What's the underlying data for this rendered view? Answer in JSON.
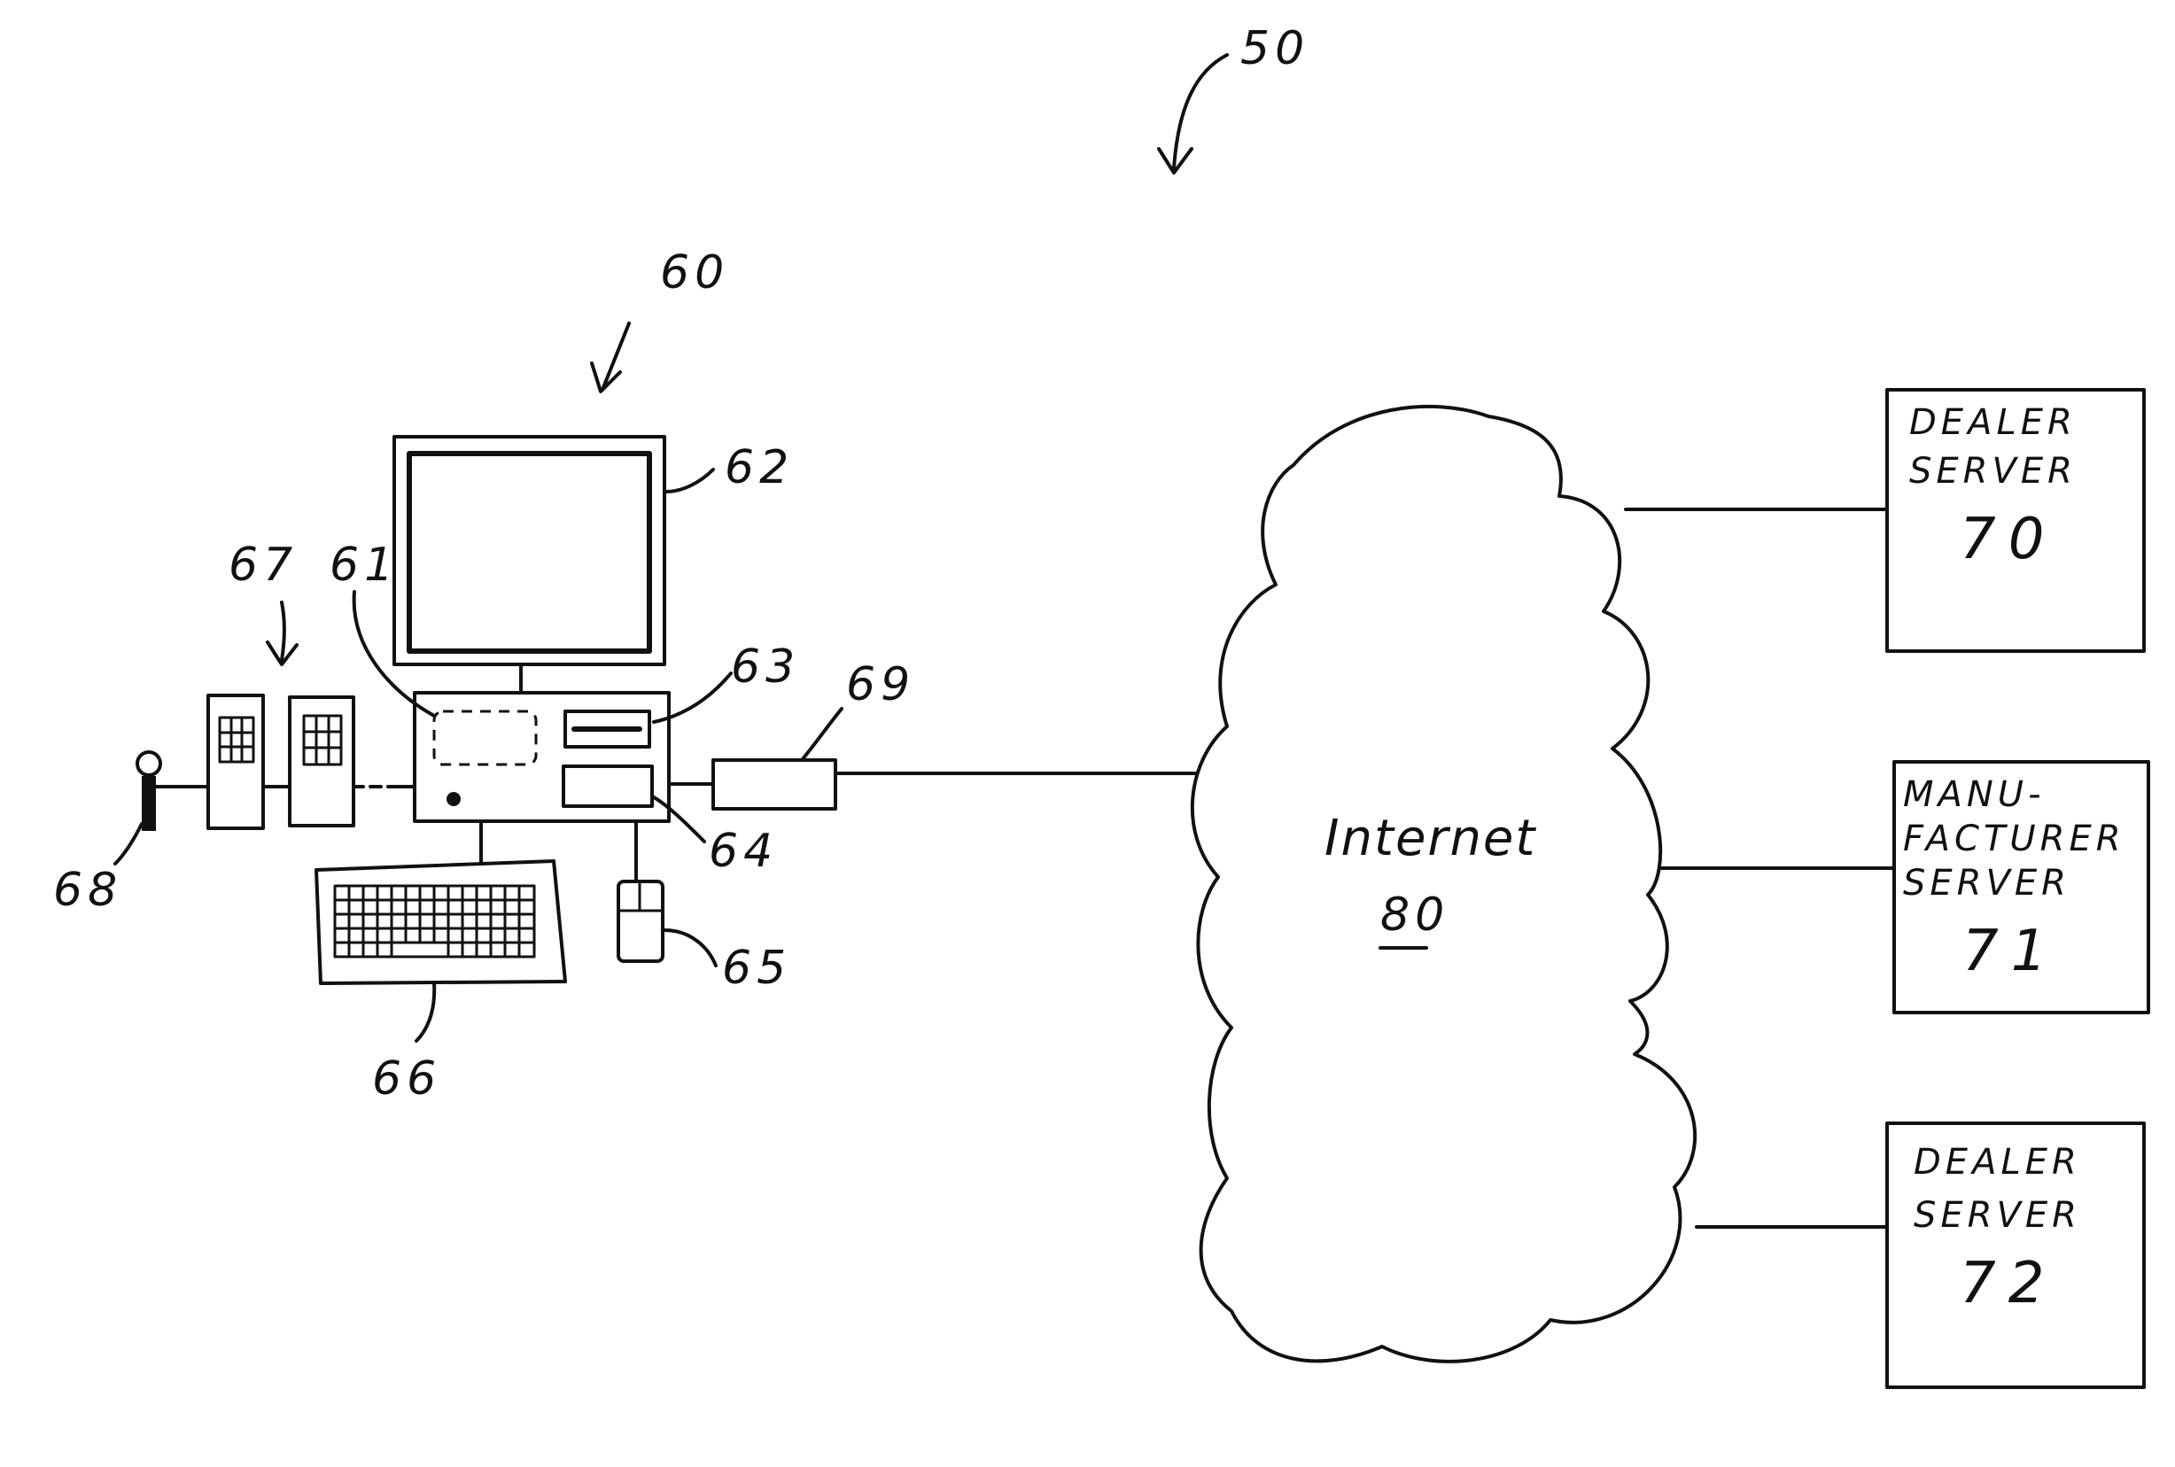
{
  "diagram": {
    "refs": {
      "system": "50",
      "computer": "60",
      "processor": "61",
      "monitor": "62",
      "drive_63": "63",
      "drive_64": "64",
      "mouse": "65",
      "keyboard": "66",
      "peripherals": "67",
      "probe": "68",
      "modem": "69"
    },
    "cloud": {
      "label": "Internet",
      "number": "80"
    },
    "servers": [
      {
        "line1": "DEALER",
        "line2": "SERVER",
        "line3": "",
        "number": "70"
      },
      {
        "line1": "MANU-",
        "line2": "FACTURER",
        "line3": "SERVER",
        "number": "71"
      },
      {
        "line1": "DEALER",
        "line2": "SERVER",
        "line3": "",
        "number": "72"
      }
    ]
  }
}
